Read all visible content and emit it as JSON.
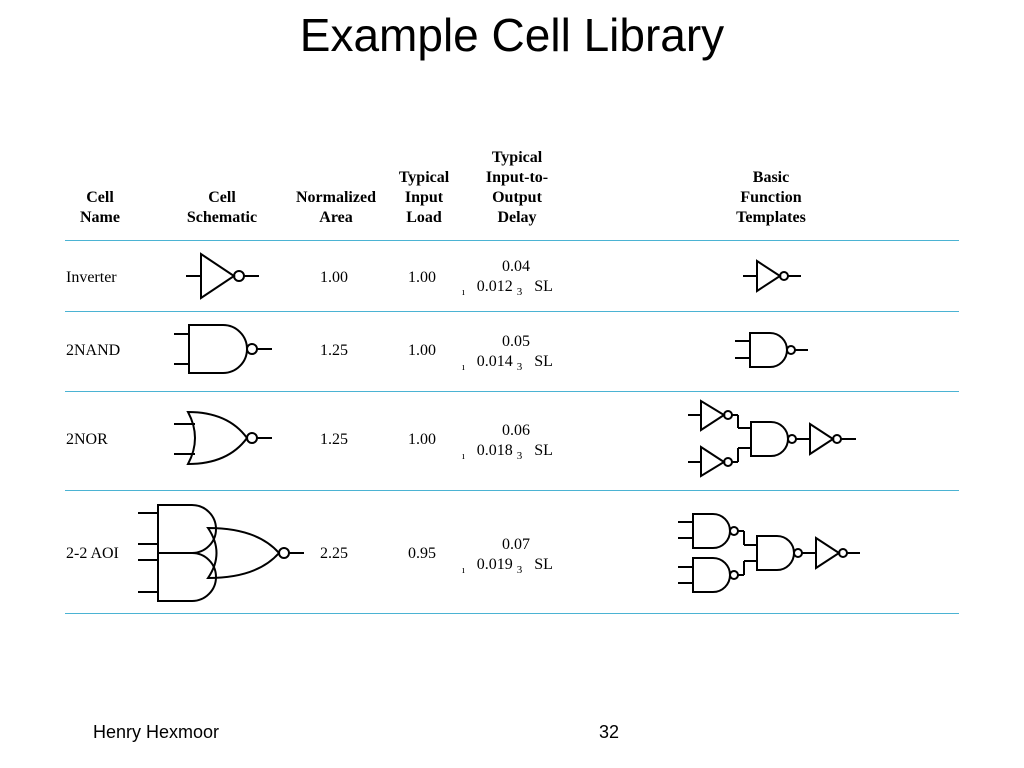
{
  "slide": {
    "title": "Example Cell Library",
    "footer_author": "Henry Hexmoor",
    "page_number": "32"
  },
  "table": {
    "headers": [
      [
        "Cell",
        "Name"
      ],
      [
        "Cell",
        "Schematic"
      ],
      [
        "Normalized",
        "Area"
      ],
      [
        "Typical",
        "Input",
        "Load"
      ],
      [
        "Typical",
        "Input-to-",
        "Output",
        "Delay"
      ],
      [
        "Basic",
        "Function",
        "Templates"
      ]
    ],
    "rows": [
      {
        "name": "Inverter",
        "area": "1.00",
        "load": "1.00",
        "delay_top": "0.04",
        "delay_bottom": "0.012",
        "delay_mark": "ı",
        "delay_sub": "3",
        "delay_unit": "SL"
      },
      {
        "name": "2NAND",
        "area": "1.25",
        "load": "1.00",
        "delay_top": "0.05",
        "delay_bottom": "0.014",
        "delay_mark": "ı",
        "delay_sub": "3",
        "delay_unit": "SL"
      },
      {
        "name": "2NOR",
        "area": "1.25",
        "load": "1.00",
        "delay_top": "0.06",
        "delay_bottom": "0.018",
        "delay_mark": "ı",
        "delay_sub": "3",
        "delay_unit": "SL"
      },
      {
        "name": "2-2 AOI",
        "area": "2.25",
        "load": "0.95",
        "delay_top": "0.07",
        "delay_bottom": "0.019",
        "delay_mark": "ı",
        "delay_sub": "3",
        "delay_unit": "SL"
      }
    ]
  }
}
